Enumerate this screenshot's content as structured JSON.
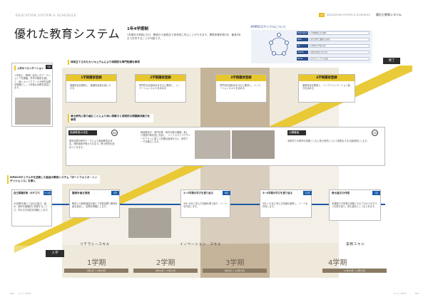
{
  "header": {
    "left_label": "EDUCATION SYSTEM & SCHEDULE",
    "title": "優れた教育システム",
    "page_badge": "14",
    "right_label": "EDUCATION SYSTEM & SCHEDULE",
    "right_title": "優れた教育システム"
  },
  "term": {
    "title": "1年4学期制",
    "text": "1年間を4学期に分け、履修から実践まで体系的に学ぶことができます。標準修業年限1年、最長3年まで在学することが可能です。"
  },
  "pdcg": {
    "title": "※MPDCGサイクルについて",
    "rows": [
      {
        "label": "Motivation",
        "desc": "学習動機の自己確認"
      },
      {
        "label": "Plan",
        "desc": "研究目標と課題の計画化"
      },
      {
        "label": "Do",
        "desc": "実践的な学習の実行"
      },
      {
        "label": "Check",
        "desc": "成果の確認と振り返り"
      },
      {
        "label": "Grow",
        "desc": "次のステップへの成長"
      }
    ]
  },
  "goal_label": "修了",
  "orientation": {
    "title": "入学オリエンテーション",
    "badge": "3月",
    "text": "入学前に、教育に対応したワークショップを開催。本学の理念を通して、働くキャリアゴールや研究目標を明確にし、入学後の目標を設定します。"
  },
  "curriculum_note": "体系立てられたカリキュラムにより実践的な専門知識を修得",
  "courses": [
    {
      "head": "1学期履修登録",
      "text": "基礎科目を履修し、基礎的素養を身につける"
    },
    {
      "head": "2学期履修登録",
      "text": "専門的な応用科目を中心に履修し、イノベーションスキルを高める"
    },
    {
      "head": "3学期履修登録",
      "text": "専門的応用科目を中心に履修し、イノベーションスキルを高める"
    },
    {
      "head": "4学期履修登録",
      "text": "実践科目を履修し、インプリメンテーション能力を高める"
    }
  ],
  "research_note": "修士研究に取り組むことにより深い洞察力と実践的な問題解決能力を修得",
  "thesis_decision": {
    "title": "指導教員の決定",
    "badge": "6月",
    "text": "修学目標や研究テーマにより指導教員を決定。個別指導が受けられます。修士研究を進めていきます。"
  },
  "thesis_middle": {
    "text": "指導教員が、専門分野・研究分野の理解、新しい発想や時代性に対応し、インフラストラクチャーやプランに関して的確な指導を行い、研究テーマを確立します。"
  },
  "defense": {
    "title": "公開審査",
    "badge": "2月",
    "text": "本研究での修学の成果とともに修士研究について発表をする口頭試問にします。"
  },
  "mpdcg_note": "MPDCGサイクル※を活用した独自の教育システム「ポートフォリオ・インテリジェンス」を導入",
  "cycle_steps": [
    {
      "title": "自己認識診断（GテスT）",
      "badge": "3〜4月",
      "text": "GS診断を通じて自分の能力・強み・弱みを客観的に把握することで、学びの方向性を明確にします。"
    },
    {
      "title": "履修計画を策定",
      "badge": "4月",
      "text": "教員との個別面談を通じて学習目標と履修計画を設定し、目標を明確にします。"
    },
    {
      "title": "1〜2学期の学びを振り返る",
      "badge": "8月",
      "text": "4月〜8月に学んだ知識を振り返り、シートを作成します。"
    },
    {
      "title": "3〜4学期の学びを振り返る",
      "badge": "12月",
      "text": "9月〜12月に学んだ知識を実践し、シートを作成します。"
    },
    {
      "title": "修士論文の作成",
      "badge": "1月",
      "text": "本課程での学習の成果とそのプロセスのすべてを振り返り、修士論文としてまとめます。"
    }
  ],
  "enter_label": "入学",
  "skills": {
    "literacy": "リテラシースキル",
    "innovation": "イノベーション　スキル",
    "practical": "実務スキル"
  },
  "terms": [
    {
      "label": "1学期",
      "dates": "4月1日 〜 6月15日"
    },
    {
      "label": "2学期",
      "dates": "6月16日 〜 8月31日"
    },
    {
      "label": "3学期",
      "dates": "9月1日 〜 11月15日"
    },
    {
      "label": "4学期",
      "dates": "11月16日 〜 3月31日"
    }
  ],
  "footer": {
    "left": "P14",
    "left_sub": "S / 7 / 2023",
    "right": "P15",
    "right_sub": "S / 7 / 2023"
  },
  "colors": {
    "accent_yellow": "#e8c72d",
    "stripe_light": "#efe9db",
    "stripe_dark": "#c5b49a",
    "cycle_blue": "#1b5aa8"
  }
}
